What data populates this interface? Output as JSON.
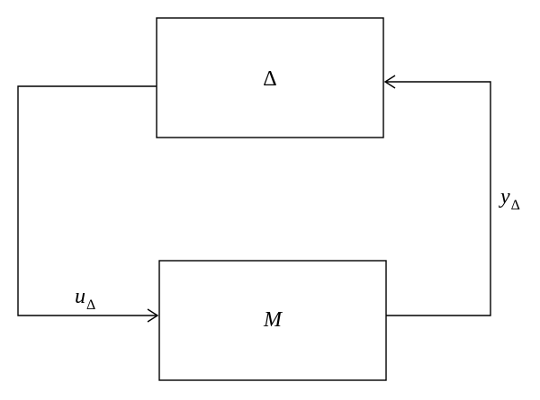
{
  "diagram": {
    "blocks": {
      "delta": {
        "label": "Δ"
      },
      "m": {
        "label": "M"
      }
    },
    "signals": {
      "u": {
        "symbol": "u",
        "subscript": "Δ"
      },
      "y": {
        "symbol": "y",
        "subscript": "Δ"
      }
    }
  }
}
